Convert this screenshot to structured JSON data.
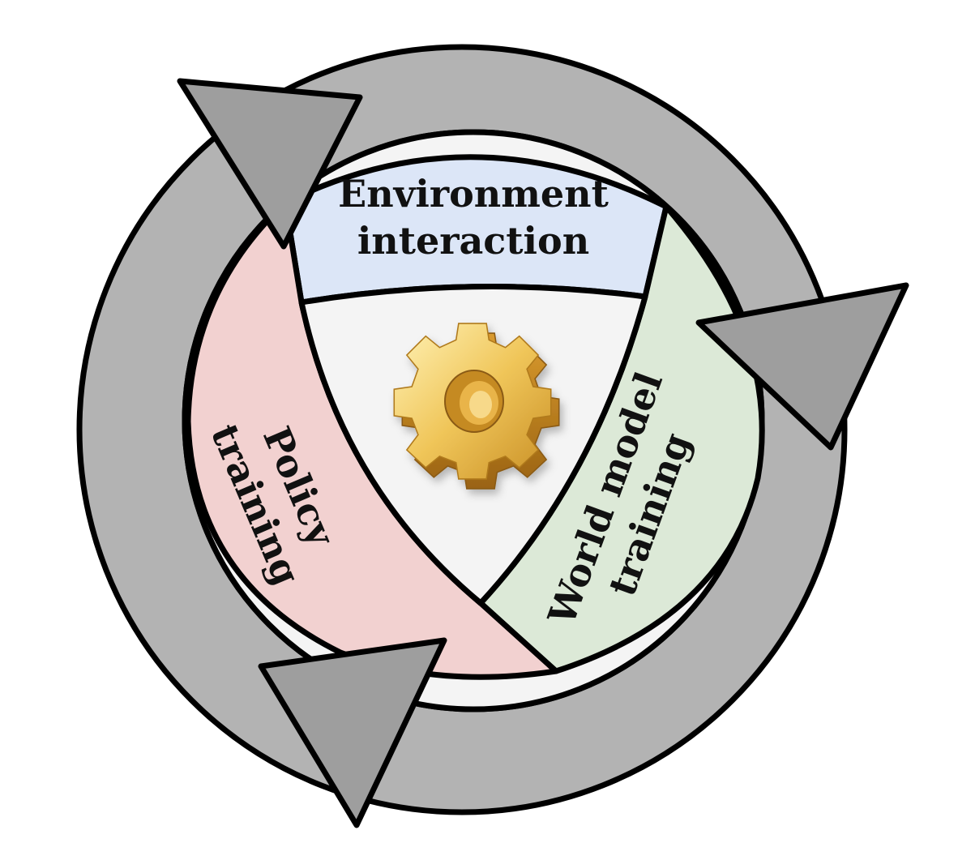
{
  "stages": {
    "top": {
      "lines": [
        "Environment",
        "interaction"
      ],
      "fill": "#dce6f7"
    },
    "right": {
      "lines": [
        "World model",
        "training"
      ],
      "fill": "#dce9d7"
    },
    "left": {
      "lines": [
        "Policy",
        "training"
      ],
      "fill": "#f2d1d0"
    }
  },
  "center": {
    "fill": "#f4f4f4",
    "icon": "gear-icon",
    "icon_color": "#e8b84a"
  },
  "cycle": {
    "ring_color": "#b3b3b3",
    "arrowhead_color": "#9e9e9e",
    "outline_color": "#000000"
  }
}
